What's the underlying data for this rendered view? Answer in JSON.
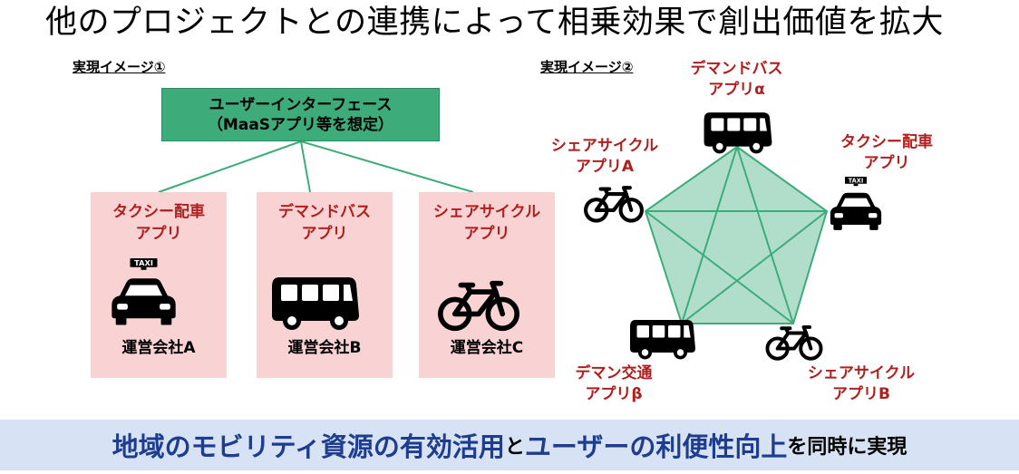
{
  "title": "他のプロジェクトとの連携によって相乗効果で創出価値を拡大",
  "image1": {
    "label": "実現イメージ①",
    "ui_box": {
      "line1": "ユーザーインターフェース",
      "line2": "（MaaSアプリ等を想定）"
    },
    "panels": [
      {
        "title_line1": "タクシー配車",
        "title_line2": "アプリ",
        "company": "運営会社A",
        "icon": "taxi-icon",
        "taxi_sign": "TAXI"
      },
      {
        "title_line1": "デマンドバス",
        "title_line2": "アプリ",
        "company": "運営会社B",
        "icon": "bus-icon"
      },
      {
        "title_line1": "シェアサイクル",
        "title_line2": "アプリ",
        "company": "運営会社C",
        "icon": "bicycle-icon"
      }
    ]
  },
  "image2": {
    "label": "実現イメージ②",
    "nodes": [
      {
        "line1": "デマンドバス",
        "line2": "アプリα",
        "icon": "bus-icon"
      },
      {
        "line1": "タクシー配車",
        "line2": "アプリ",
        "icon": "taxi-icon",
        "taxi_sign": "TAXI"
      },
      {
        "line1": "シェアサイクル",
        "line2": "アプリB",
        "icon": "bicycle-icon"
      },
      {
        "line1": "デマン交通",
        "line2": "アプリβ",
        "icon": "bus-icon"
      },
      {
        "line1": "シェアサイクル",
        "line2": "アプリA",
        "icon": "bicycle-icon"
      }
    ]
  },
  "banner": {
    "part1": "地域のモビリティ資源の有効活用",
    "part2": "と",
    "part3": "ユーザーの利便性向上",
    "part4": "を同時に実現"
  },
  "colors": {
    "green": "#3dac7a",
    "pink": "#f9d3d3",
    "red_text": "#b01e1e",
    "banner_bg": "#d7e3f4",
    "banner_text": "#1f3d8e"
  }
}
